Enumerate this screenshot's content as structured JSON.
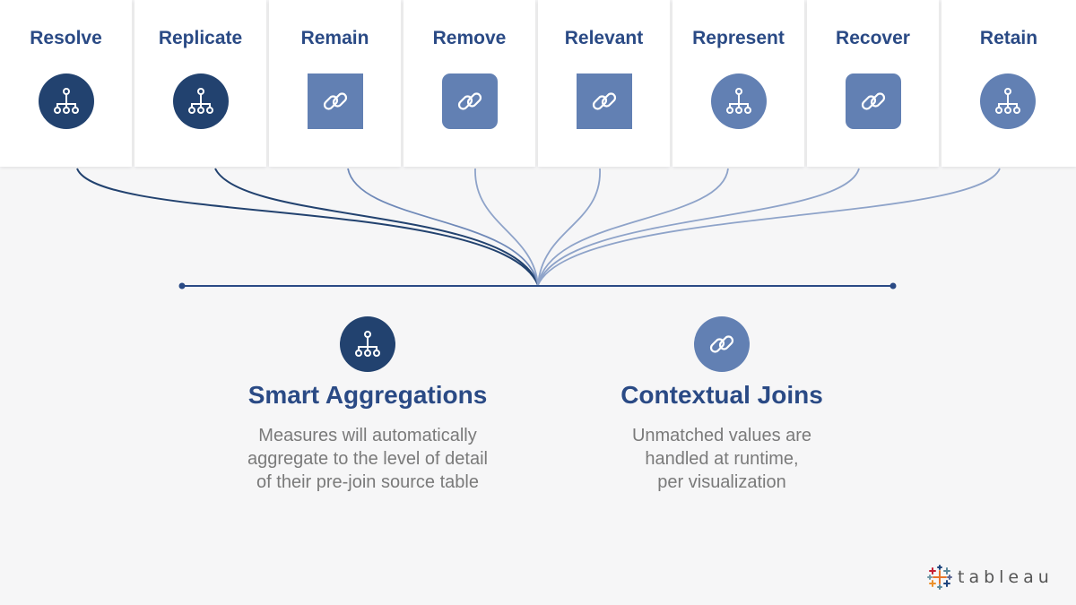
{
  "colors": {
    "background": "#f6f6f7",
    "card": "#ffffff",
    "title": "#2a4a85",
    "icon_dark": "#22426f",
    "icon_light": "#6280b3",
    "text_gray": "#7a7a7a"
  },
  "cards": [
    {
      "label": "Resolve",
      "icon": "hierarchy-icon",
      "shape": "circle",
      "tone": "dark"
    },
    {
      "label": "Replicate",
      "icon": "hierarchy-icon",
      "shape": "circle",
      "tone": "dark"
    },
    {
      "label": "Remain",
      "icon": "link-icon",
      "shape": "square",
      "tone": "light"
    },
    {
      "label": "Remove",
      "icon": "link-icon",
      "shape": "rounded",
      "tone": "light"
    },
    {
      "label": "Relevant",
      "icon": "link-icon",
      "shape": "square",
      "tone": "light"
    },
    {
      "label": "Represent",
      "icon": "hierarchy-icon",
      "shape": "circle",
      "tone": "light"
    },
    {
      "label": "Recover",
      "icon": "link-icon",
      "shape": "rounded",
      "tone": "light"
    },
    {
      "label": "Retain",
      "icon": "hierarchy-icon",
      "shape": "circle",
      "tone": "light"
    }
  ],
  "features": [
    {
      "icon": "hierarchy-icon",
      "tone": "dark",
      "title": "Smart Aggregations",
      "lines": [
        "Measures will automatically",
        "aggregate to the level of detail",
        "of their pre-join source table"
      ]
    },
    {
      "icon": "link-icon",
      "tone": "light",
      "title": "Contextual Joins",
      "lines": [
        "Unmatched values are",
        "handled at runtime,",
        "per visualization"
      ]
    }
  ],
  "logo": {
    "text": "tableau",
    "icon": "tableau-cross-icon"
  }
}
